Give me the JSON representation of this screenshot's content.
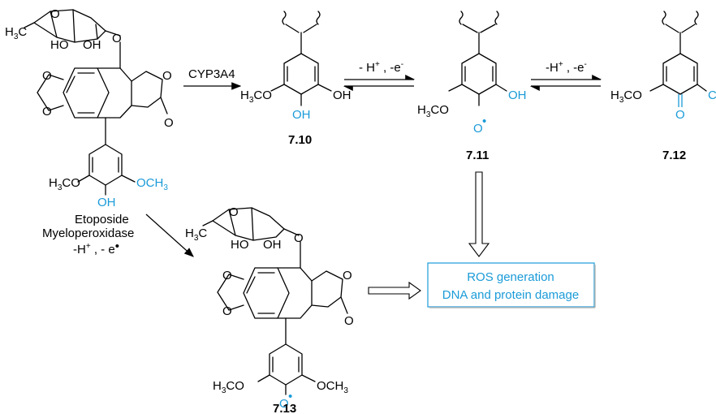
{
  "reagents": {
    "cyp": "CYP3A4",
    "step1_a": "- H",
    "step1_b": "+",
    "step1_c": " , -e",
    "step1_d": "-",
    "step2_a": "-H",
    "step2_b": "+",
    "step2_c": " , -e",
    "step2_d": "-",
    "mpo": "Myeloperoxidase",
    "mpo2_a": "-H",
    "mpo2_b": "+",
    "mpo2_c": " , - e",
    "mpo2_d": "•"
  },
  "compounds": {
    "etoposide": "Etoposide",
    "c710": "7.10",
    "c711": "7.11",
    "c712": "7.12",
    "c713": "7.13"
  },
  "atoms": {
    "h3c": "H",
    "h3c_sub": "3",
    "h3c_c": "C",
    "ho": "HO",
    "oh": "OH",
    "o": "O",
    "h3co_h": "H",
    "h3co_sub": "3",
    "h3co_co": "CO",
    "och3_o": "OCH",
    "och3_sub": "3",
    "radical": "•",
    "h3": "H",
    "three": "3",
    "oc": "C"
  },
  "outcome_box": {
    "line1": "ROS generation",
    "line2": "DNA and protein damage"
  },
  "colors": {
    "accent": "#1a9bd8",
    "line": "#000000"
  }
}
